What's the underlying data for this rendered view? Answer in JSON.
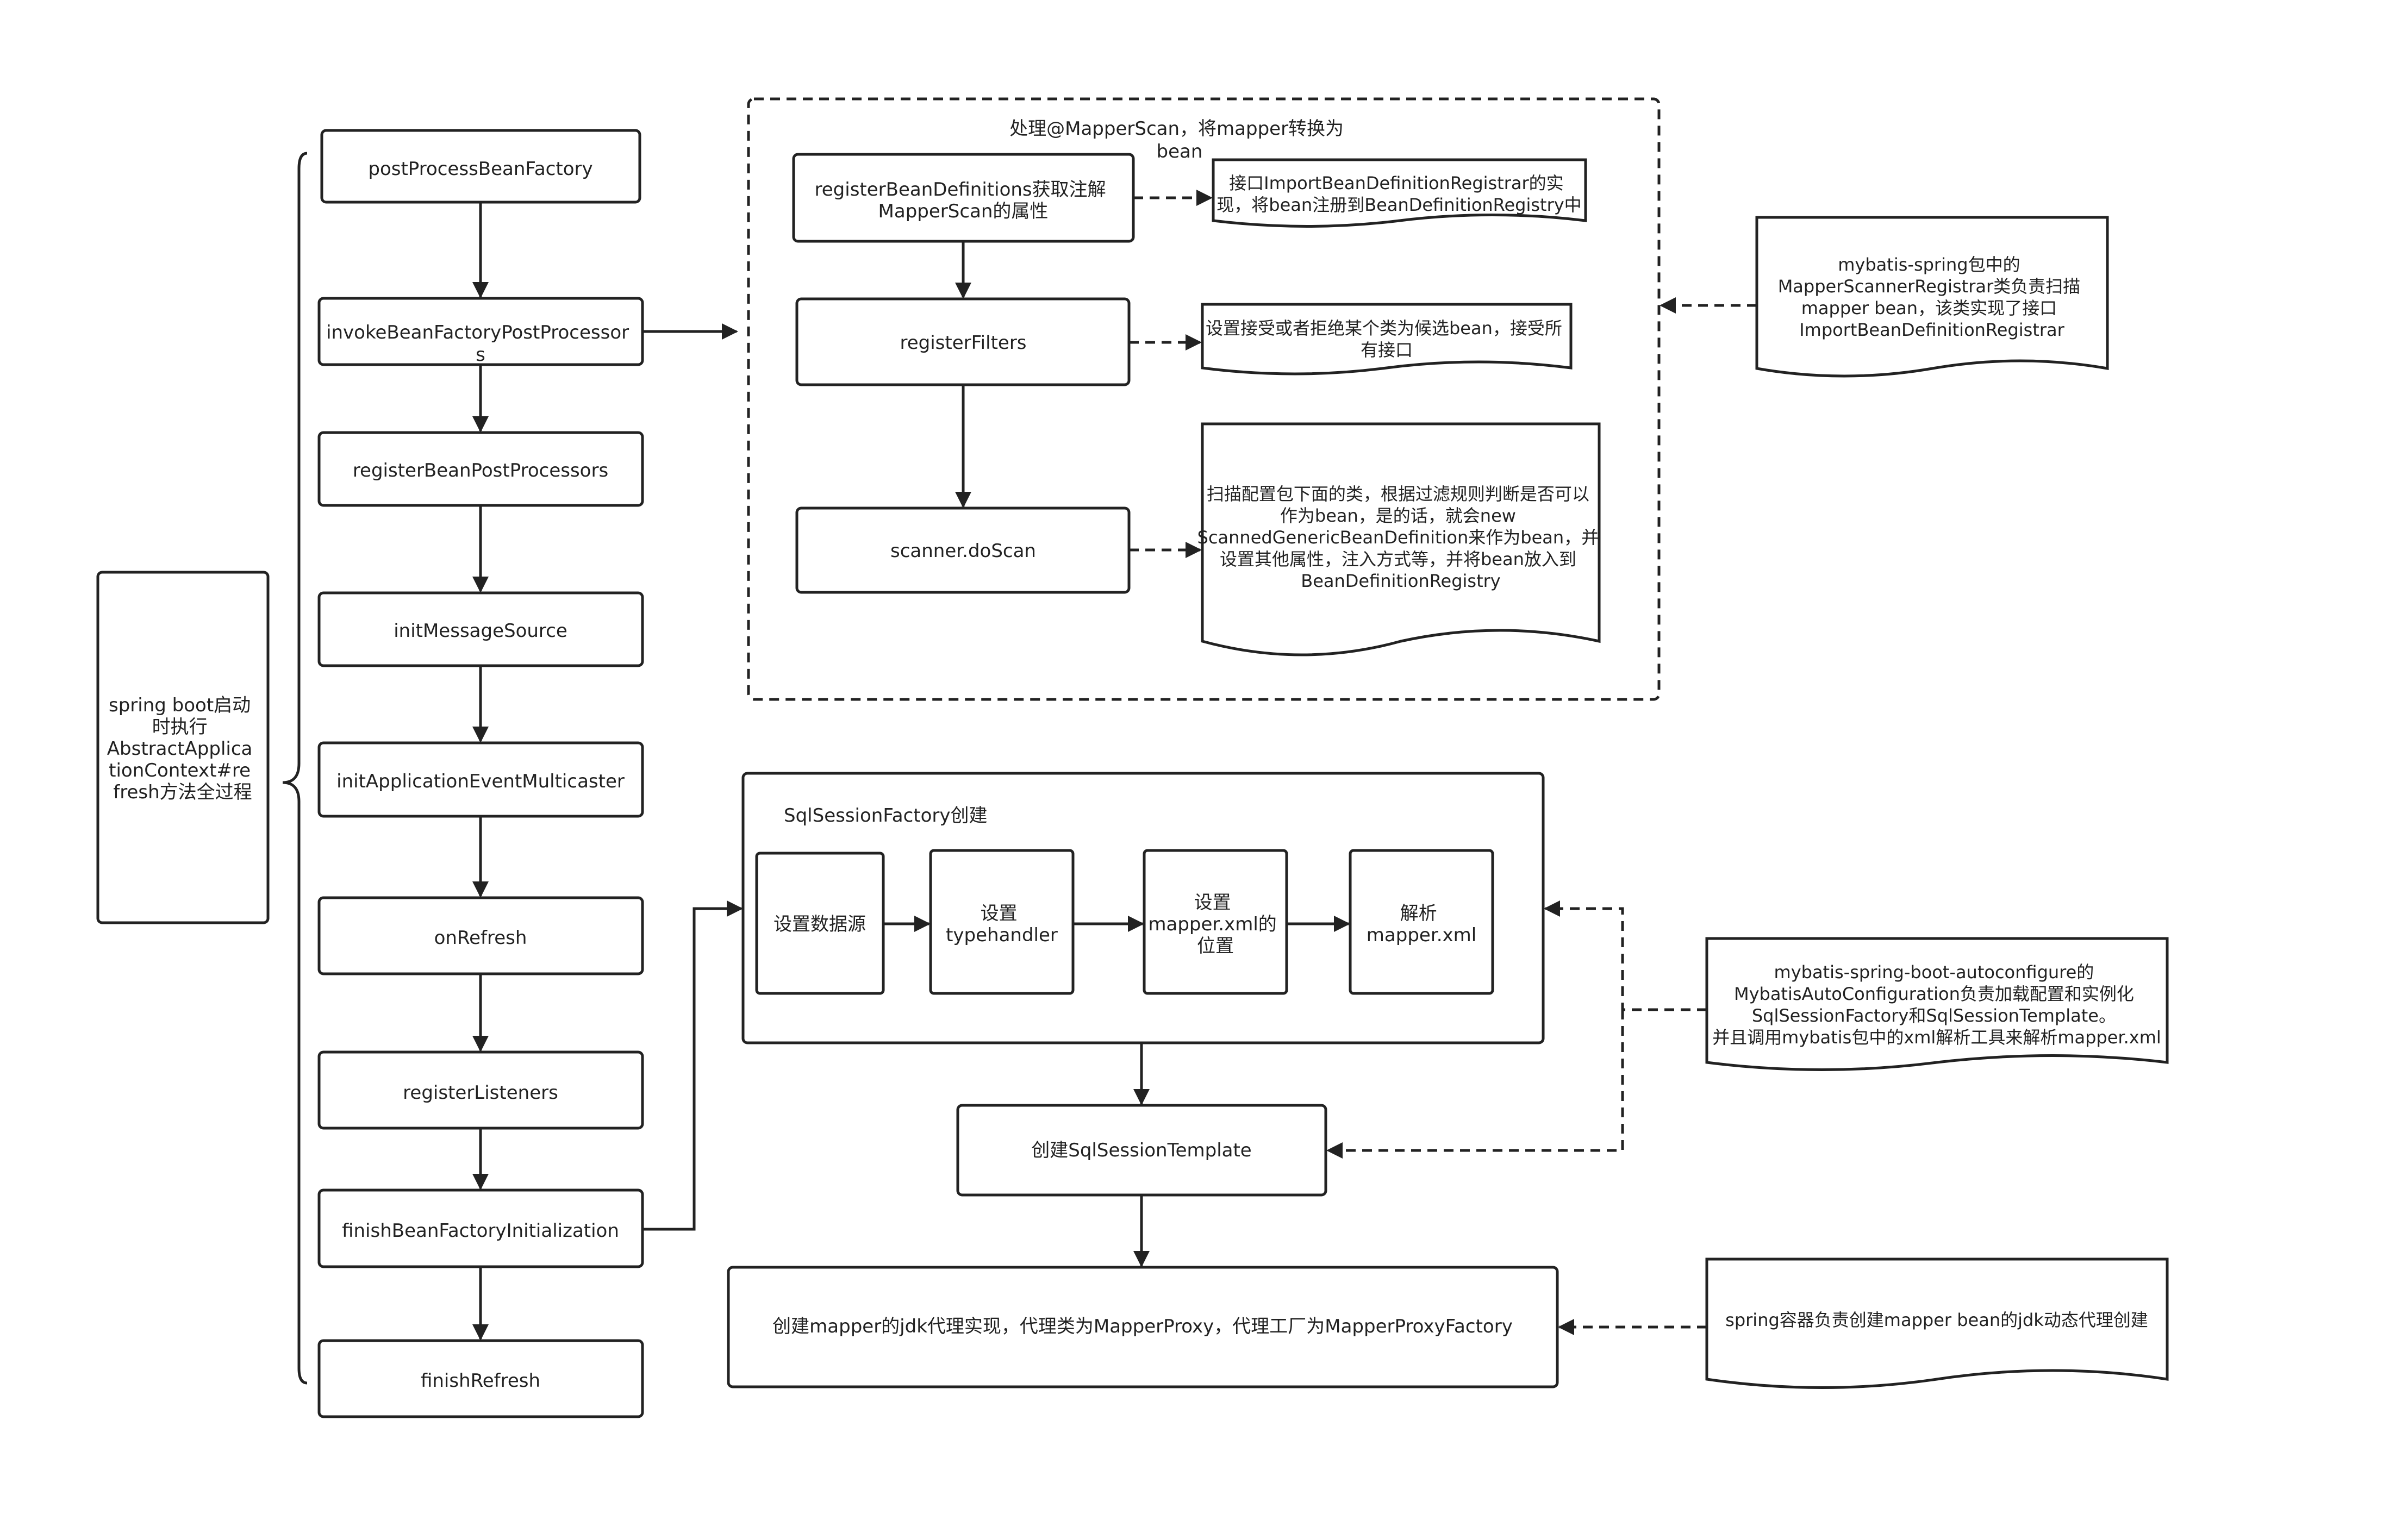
{
  "left_note": {
    "lines": [
      "spring boot启动",
      "时执行",
      "AbstractApplica",
      "tionContext#re",
      "fresh方法全过程"
    ]
  },
  "steps": [
    {
      "id": "postProcessBeanFactory",
      "lines": [
        "postProcessBeanFactory"
      ]
    },
    {
      "id": "invokeBeanFactoryPostProcessors",
      "lines": [
        "invokeBeanFactoryPostProcessor",
        "s"
      ]
    },
    {
      "id": "registerBeanPostProcessors",
      "lines": [
        "registerBeanPostProcessors"
      ]
    },
    {
      "id": "initMessageSource",
      "lines": [
        "initMessageSource"
      ]
    },
    {
      "id": "initApplicationEventMulticaster",
      "lines": [
        "initApplicationEventMulticaster"
      ]
    },
    {
      "id": "onRefresh",
      "lines": [
        "onRefresh"
      ]
    },
    {
      "id": "registerListeners",
      "lines": [
        "registerListeners"
      ]
    },
    {
      "id": "finishBeanFactoryInitialization",
      "lines": [
        "finishBeanFactoryInitialization"
      ]
    },
    {
      "id": "finishRefresh",
      "lines": [
        "finishRefresh"
      ]
    }
  ],
  "mapper_scan": {
    "title_lines": [
      "处理@MapperScan，将mapper转换为",
      "bean"
    ],
    "register_bean_definitions": {
      "lines": [
        "registerBeanDefinitions获取注解",
        "MapperScan的属性"
      ]
    },
    "register_filters": {
      "lines": [
        "registerFilters"
      ]
    },
    "scanner_do_scan": {
      "lines": [
        "scanner.doScan"
      ]
    },
    "note_registrar": {
      "lines": [
        "接口ImportBeanDefinitionRegistrar的实",
        "现，将bean注册到BeanDefinitionRegistry中"
      ]
    },
    "note_filters": {
      "lines": [
        "设置接受或者拒绝某个类为候选bean，接受所",
        "有接口"
      ]
    },
    "note_scan": {
      "lines": [
        "扫描配置包下面的类，根据过滤规则判断是否可以",
        "作为bean，是的话，就会new",
        "ScannedGenericBeanDefinition来作为bean，并",
        "设置其他属性，注入方式等，并将bean放入到",
        "BeanDefinitionRegistry"
      ]
    }
  },
  "mybatis_spring_note": {
    "lines": [
      "mybatis-spring包中的",
      "MapperScannerRegistrar类负责扫描",
      "mapper bean，该类实现了接口",
      "ImportBeanDefinitionRegistrar"
    ]
  },
  "sql_session_factory": {
    "title": "SqlSessionFactory创建",
    "steps": [
      {
        "id": "datasource",
        "lines": [
          "设置数据源"
        ]
      },
      {
        "id": "typehandler",
        "lines": [
          "设置",
          "typehandler"
        ]
      },
      {
        "id": "mapper_location",
        "lines": [
          "设置",
          "mapper.xml的",
          "位置"
        ]
      },
      {
        "id": "parse_mapper",
        "lines": [
          "解析",
          "mapper.xml"
        ]
      }
    ]
  },
  "autoconfigure_note": {
    "lines": [
      "mybatis-spring-boot-autoconfigure的",
      "MybatisAutoConfiguration负责加载配置和实例化",
      "SqlSessionFactory和SqlSessionTemplate。",
      "并且调用mybatis包中的xml解析工具来解析mapper.xml"
    ]
  },
  "sql_session_template": {
    "lines": [
      "创建SqlSessionTemplate"
    ]
  },
  "mapper_proxy": {
    "lines": [
      "创建mapper的jdk代理实现，代理类为MapperProxy，代理工厂为MapperProxyFactory"
    ]
  },
  "spring_container_note": {
    "lines": [
      "spring容器负责创建mapper bean的jdk动态代理创建"
    ]
  }
}
